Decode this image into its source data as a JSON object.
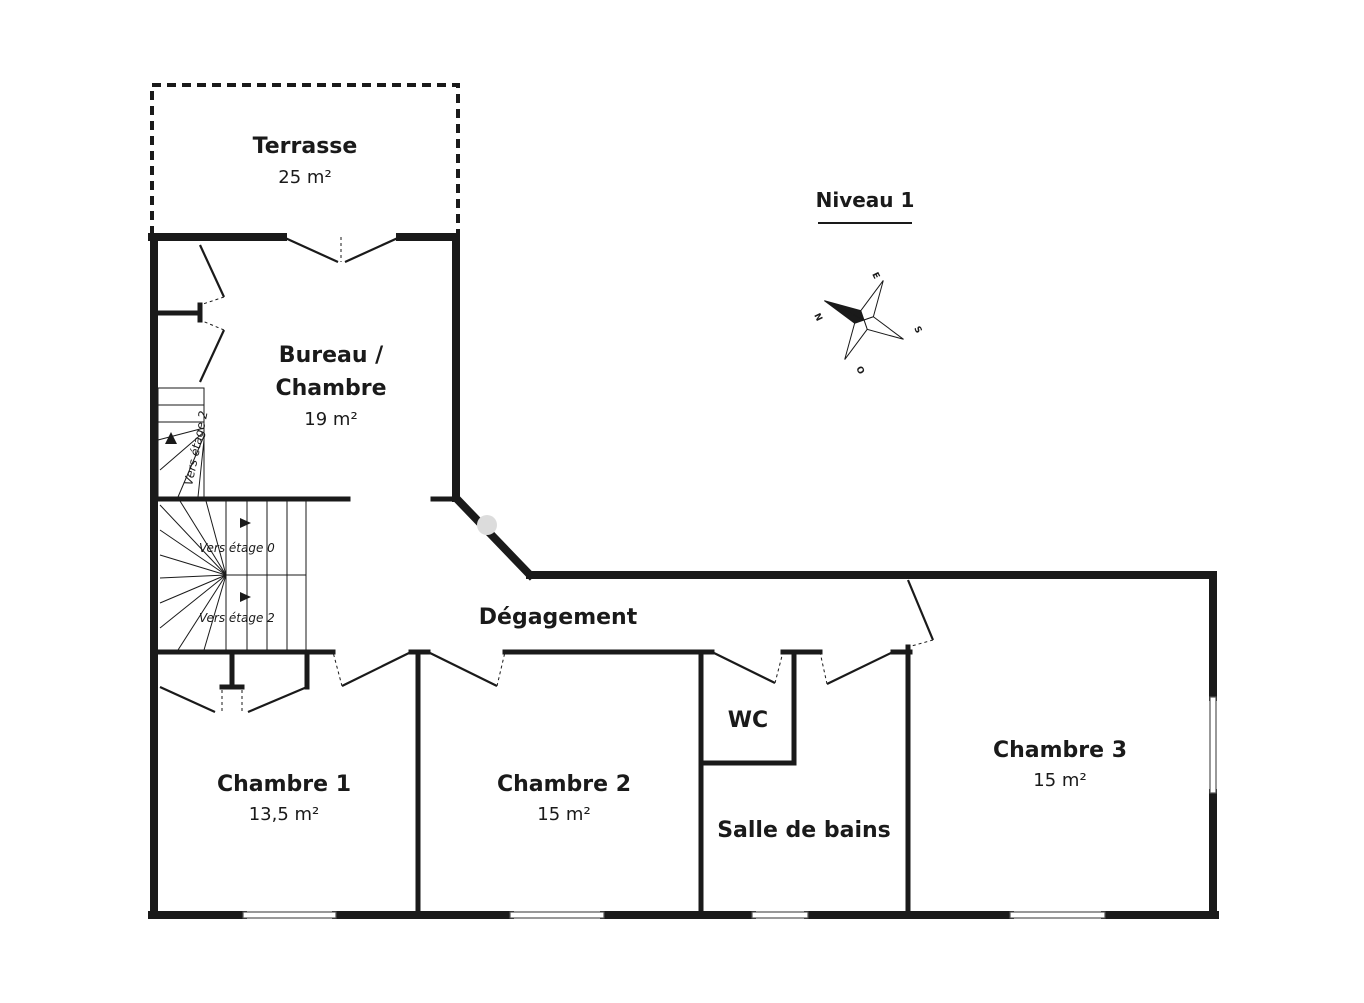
{
  "level": {
    "title": "Niveau 1"
  },
  "compass": {
    "n": "N",
    "e": "E",
    "s": "S",
    "o": "O"
  },
  "rooms": {
    "terrasse": {
      "name": "Terrasse",
      "area": "25 m²"
    },
    "bureau": {
      "name_line1": "Bureau /",
      "name_line2": "Chambre",
      "area": "19 m²"
    },
    "degagement": {
      "name": "Dégagement"
    },
    "chambre1": {
      "name": "Chambre 1",
      "area": "13,5 m²"
    },
    "chambre2": {
      "name": "Chambre 2",
      "area": "15 m²"
    },
    "wc": {
      "name": "WC"
    },
    "sdb": {
      "name": "Salle de bains"
    },
    "chambre3": {
      "name": "Chambre 3",
      "area": "15 m²"
    }
  },
  "stairs": {
    "up_top": "Vers étage 2",
    "down": "Vers étage 0",
    "up_bottom": "Vers étage 2"
  }
}
